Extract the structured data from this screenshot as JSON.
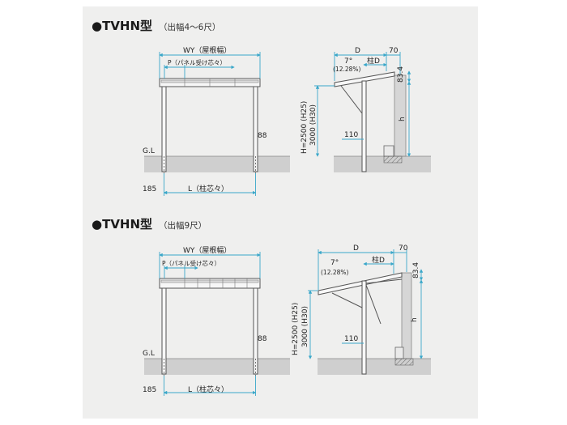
{
  "top": {
    "title": "●TVHN型",
    "subtitle": "（出幅4～6尺）",
    "wy_label": "WY（屋根幅）",
    "p_label": "P（パネル受け芯々）",
    "gl_label": "G.L",
    "dim_185": "185",
    "l_label": "L（柱芯々）",
    "dim_88": "88",
    "d_label": "D",
    "dim_70": "70",
    "angle": "7°",
    "slope": "(12.28%)",
    "post_d": "柱D",
    "dim_83_4": "83.4",
    "h_main": "H=2500 (H25)",
    "h_alt": "3000 (H30)",
    "dim_110": "110",
    "h_label": "h"
  },
  "bottom": {
    "title": "●TVHN型",
    "subtitle": "（出幅9尺）",
    "wy_label": "WY（屋根幅）",
    "p_label": "P（パネル受け芯々）",
    "gl_label": "G.L",
    "dim_185": "185",
    "l_label": "L（柱芯々）",
    "dim_88": "88",
    "d_label": "D",
    "dim_70": "70",
    "angle": "7°",
    "slope": "(12.28%)",
    "post_d": "柱D",
    "dim_83_4": "83.4",
    "h_main": "H=2500 (H25)",
    "h_alt": "3000 (H30)",
    "dim_110": "110",
    "h_label": "h"
  }
}
